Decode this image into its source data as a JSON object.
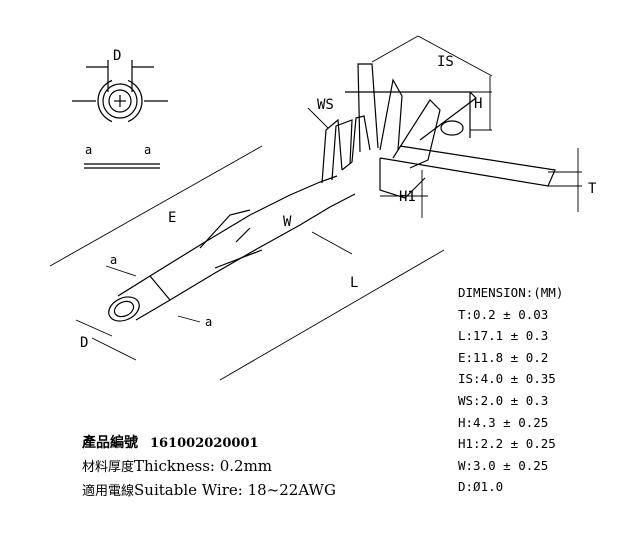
{
  "labels": {
    "D_top": "D",
    "a_left": "a",
    "a_right": "a",
    "IS": "IS",
    "H": "H",
    "WS": "WS",
    "H1": "H1",
    "T": "T",
    "E": "E",
    "W": "W",
    "L": "L",
    "a_mid": "a",
    "a_bottom": "a",
    "D_bottom": "D"
  },
  "dimensions": {
    "heading": "DIMENSION:(MM)",
    "rows": [
      "T:0.2 ± 0.03",
      "L:17.1 ± 0.3",
      "E:11.8 ± 0.2",
      "IS:4.0 ± 0.35",
      "WS:2.0 ± 0.3",
      "H:4.3 ± 0.25",
      "H1:2.2 ± 0.25",
      "W:3.0 ± 0.25",
      "D:Ø1.0"
    ]
  },
  "info": {
    "part_label": "產品編號",
    "part_number": "161002020001",
    "thickness_label": "材料厚度",
    "thickness_text": "Thickness: 0.2mm",
    "wire_label": "適用電線",
    "wire_text": "Suitable  Wire: 18~22AWG"
  }
}
